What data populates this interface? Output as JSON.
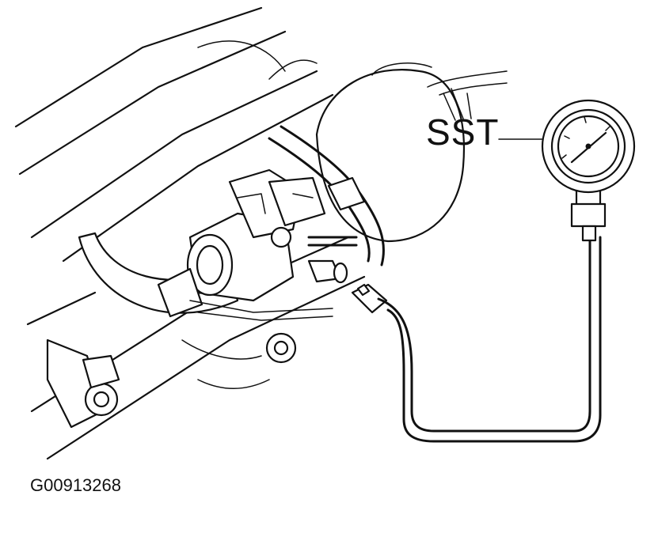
{
  "diagram": {
    "callout_label": "SST",
    "figure_code": "G00913268"
  },
  "icons": {
    "engine": "engine-assembly-drawing",
    "gauge": "pressure-gauge-icon",
    "hose": "gauge-hose"
  }
}
